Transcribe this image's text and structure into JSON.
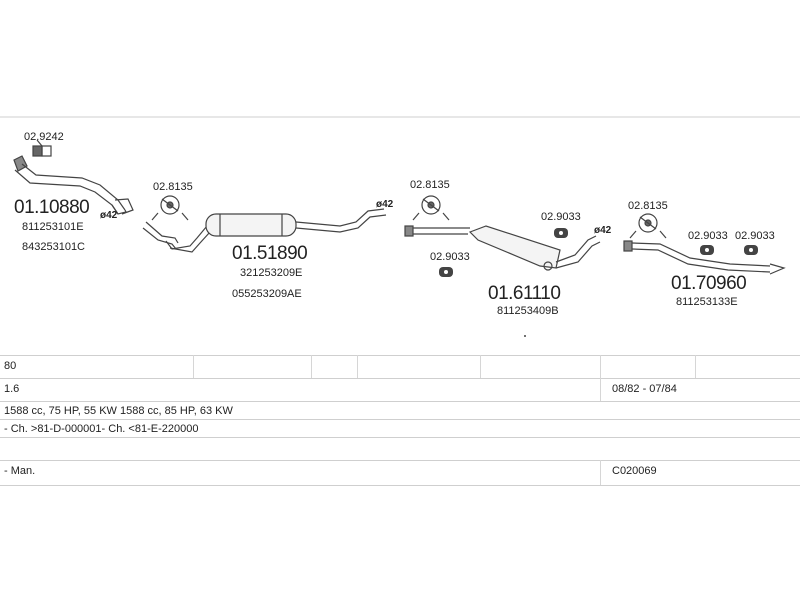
{
  "parts": {
    "gasket_1": "02.9242",
    "front_pipe": "01.10880",
    "front_pipe_oe_1": "811253101E",
    "front_pipe_oe_2": "843253101C",
    "dia_1": "ø42",
    "clamp_1": "02.8135",
    "middle_silencer": "01.51890",
    "middle_oe_1": "321253209E",
    "middle_oe_2": "055253209AE",
    "dia_2": "ø42",
    "clamp_2": "02.8135",
    "mount_1": "02.9033",
    "mount_2": "02.9033",
    "rear_silencer": "01.61110",
    "rear_oe": "811253409B",
    "dia_3": "ø42",
    "clamp_3": "02.8135",
    "mount_3": "02.9033",
    "mount_4": "02.9033",
    "tail_pipe": "01.70960",
    "tail_oe": "811253133E"
  },
  "table": {
    "row1": "80",
    "row2_left": "1.6",
    "row2_right": "08/82 - 07/84",
    "row3": "1588 cc, 75 HP, 55 KW 1588 cc, 85 HP, 63 KW",
    "row4": "- Ch. >81-D-000001- Ch. <81-E-220000",
    "row5_left": "- Man.",
    "row5_right": "C020069"
  }
}
